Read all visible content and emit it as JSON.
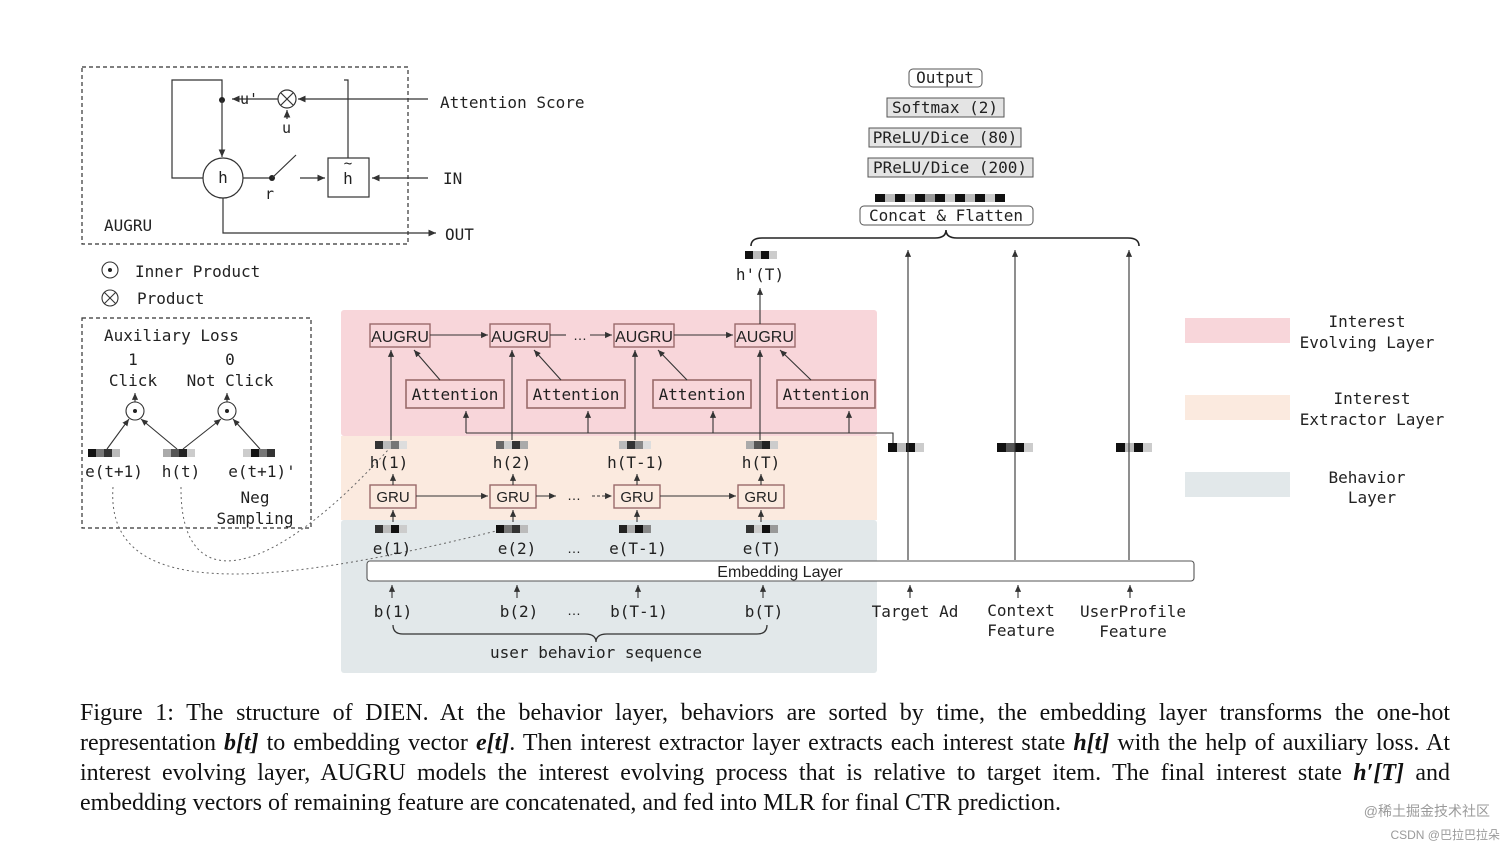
{
  "augru_cell": {
    "title": "AUGRU",
    "u_prime": "u'",
    "u": "u",
    "h": "h",
    "h_tilde": "h",
    "tilde": "~",
    "r": "r",
    "attention_score": "Attention Score",
    "in": "IN",
    "out": "OUT"
  },
  "legend_symbols": {
    "inner_product": "Inner Product",
    "product": "Product"
  },
  "aux_loss": {
    "title": "Auxiliary Loss",
    "click_value": "1",
    "click_label": "Click",
    "not_click_value": "0",
    "not_click_label": "Not Click",
    "e_t1": "e(t+1)",
    "h_t": "h(t)",
    "e_t1_prime": "e(t+1)'",
    "neg": "Neg",
    "sampling": "Sampling"
  },
  "mlp": {
    "output": "Output",
    "softmax": "Softmax (2)",
    "prelu80": "PReLU/Dice (80)",
    "prelu200": "PReLU/Dice (200)",
    "concat": "Concat & Flatten",
    "h_prime_T": "h'(T)"
  },
  "evolving": {
    "augru": [
      "AUGRU",
      "AUGRU",
      "AUGRU",
      "AUGRU"
    ],
    "attention": [
      "Attention",
      "Attention",
      "Attention",
      "Attention"
    ],
    "ellipsis": "…"
  },
  "extractor": {
    "h": [
      "h(1)",
      "h(2)",
      "h(T-1)",
      "h(T)"
    ],
    "gru": [
      "GRU",
      "GRU",
      "GRU",
      "GRU"
    ],
    "ellipsis": "…"
  },
  "behavior": {
    "e": [
      "e(1)",
      "e(2)",
      "e(T-1)",
      "e(T)"
    ],
    "b": [
      "b(1)",
      "b(2)",
      "b(T-1)",
      "b(T)"
    ],
    "ellipsis": "…",
    "embedding_layer": "Embedding Layer",
    "sequence_label": "user behavior sequence"
  },
  "features": {
    "target_ad": "Target Ad",
    "context": [
      "Context",
      "Feature"
    ],
    "userprofile": [
      "UserProfile",
      "Feature"
    ]
  },
  "layer_legend": {
    "evolving": [
      "Interest",
      "Evolving Layer"
    ],
    "extractor": [
      "Interest",
      "Extractor Layer"
    ],
    "behavior": [
      "Behavior",
      "Layer"
    ]
  },
  "colors": {
    "evolving": "#f8d6da",
    "extractor": "#fbeadf",
    "behavior": "#e2e8ea",
    "box_border": "#9a6a6a"
  },
  "caption": {
    "p1": "Figure 1: The structure of DIEN. At the behavior layer, behaviors are sorted by time, the embedding layer transforms the one-hot representation ",
    "m1": "b[t]",
    "p2": " to embedding vector ",
    "m2": "e[t]",
    "p3": ". Then interest extractor layer extracts each interest state ",
    "m3": "h[t]",
    "p4": " with the help of auxiliary loss. At interest evolving layer, AUGRU models the interest evolving process that is relative to target item. The final interest state ",
    "m4": "h′[T]",
    "p5": " and embedding vectors of remaining feature are concatenated, and fed into MLR for final CTR prediction."
  },
  "watermark": {
    "line1": "@稀土掘金技术社区",
    "line2": "CSDN @巴拉巴拉朵"
  }
}
